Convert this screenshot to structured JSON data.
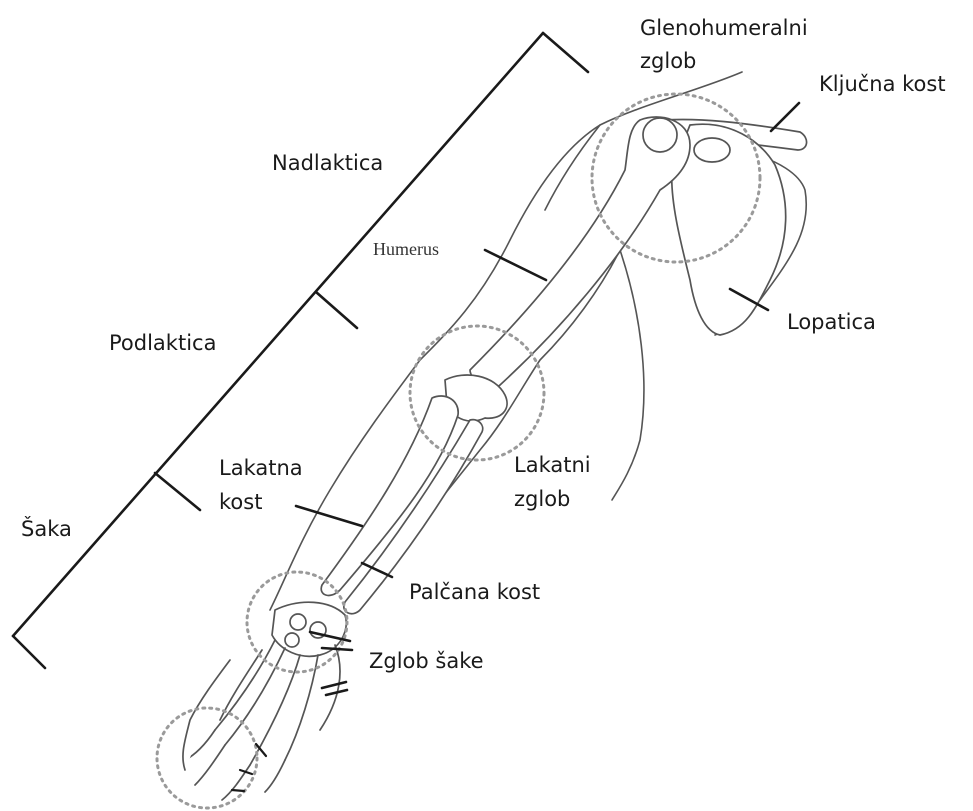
{
  "labels": {
    "glenohumeralni_l1": "Glenohumeralni",
    "glenohumeralni_l2": "zglob",
    "kljucna_kost": "Ključna kost",
    "nadlaktica": "Nadlaktica",
    "humerus": "Humerus",
    "lopatica": "Lopatica",
    "podlaktica": "Podlaktica",
    "lakatna_kost_l1": "Lakatna",
    "lakatna_kost_l2": "kost",
    "lakatni_zglob_l1": "Lakatni",
    "lakatni_zglob_l2": "zglob",
    "saka": "Šaka",
    "palcana_kost": "Palčana kost",
    "zglob_sake": "Zglob šake"
  },
  "colors": {
    "text": "#1a1a1a",
    "line": "#1a1a1a",
    "sketch": "#555555",
    "joint_circle": "#9a9a9a"
  },
  "icons": {
    "arm": "arm-skeleton-illustration"
  }
}
